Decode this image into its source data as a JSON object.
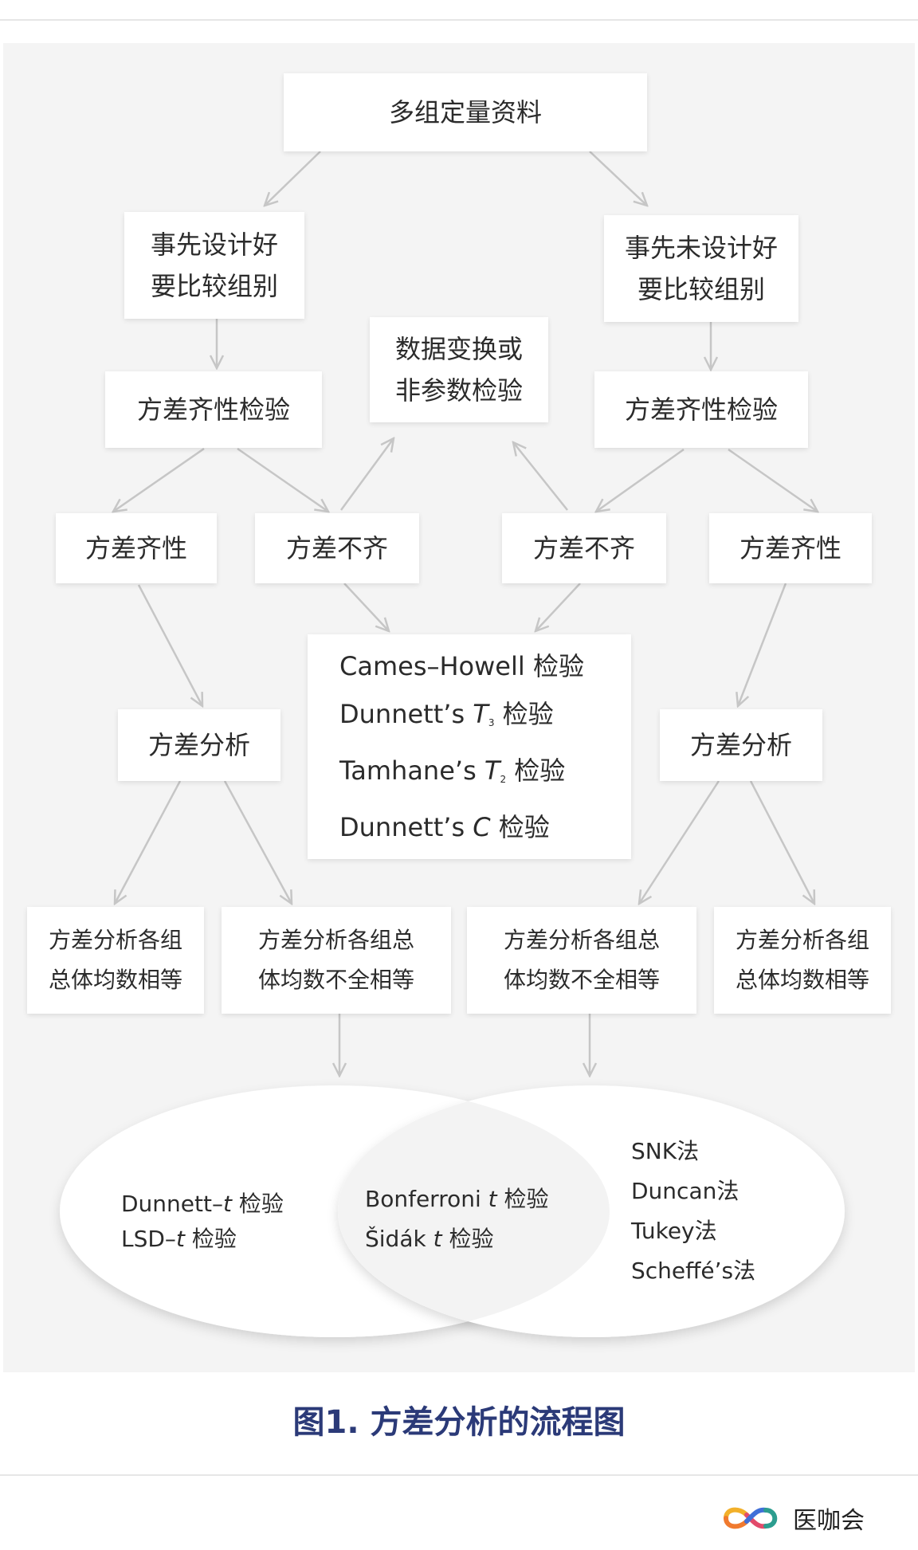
{
  "figure": {
    "caption": "图1. 方差分析的流程图",
    "nodes": {
      "root": "多组定量资料",
      "pre_designed": [
        "事先设计好",
        "要比较组别"
      ],
      "not_pre_designed": [
        "事先未设计好",
        "要比较组别"
      ],
      "homogeneity_test_left": "方差齐性检验",
      "homogeneity_test_right": "方差齐性检验",
      "transform": [
        "数据变换或",
        "非参数检验"
      ],
      "homo_left": "方差齐性",
      "hetero_left": "方差不齐",
      "hetero_right": "方差不齐",
      "homo_right": "方差齐性",
      "anova_left": "方差分析",
      "anova_right": "方差分析",
      "hetero_tests": {
        "games_howell": "Cames–Howell 检验",
        "dunnett_t3_prefix": "Dunnett’s ",
        "dunnett_t3_var": "T",
        "dunnett_t3_sub": "3",
        "dunnett_t3_suffix": " 检验",
        "tamhane_prefix": "Tamhane’s ",
        "tamhane_var": "T",
        "tamhane_sub": "2",
        "tamhane_suffix": " 检验",
        "dunnett_c_prefix": "Dunnett’s ",
        "dunnett_c_var": "C",
        "dunnett_c_suffix": " 检验"
      },
      "result_equal_left": [
        "方差分析各组",
        "总体均数相等"
      ],
      "result_unequal_left": [
        "方差分析各组总",
        "体均数不全相等"
      ],
      "result_unequal_right": [
        "方差分析各组总",
        "体均数不全相等"
      ],
      "result_equal_right": [
        "方差分析各组",
        "总体均数相等"
      ]
    },
    "venn": {
      "left": {
        "dunnett_prefix": "Dunnett–",
        "dunnett_var": "t",
        "dunnett_suffix": " 检验",
        "lsd_prefix": "LSD–",
        "lsd_var": "t",
        "lsd_suffix": " 检验"
      },
      "middle": {
        "bonferroni_prefix": "Bonferroni ",
        "bonferroni_var": "t",
        "bonferroni_suffix": " 检验",
        "sidak_prefix": "Šidák ",
        "sidak_var": "t",
        "sidak_suffix": " 检验"
      },
      "right": [
        "SNK法",
        "Duncan法",
        "Tukey法",
        "Scheffé’s法"
      ]
    }
  },
  "brand": {
    "name": "医咖会",
    "logo_icon": "infinity-logo-icon"
  },
  "colors": {
    "panel": "#f4f4f4",
    "box": "#ffffff",
    "arrow": "#c6c6c6",
    "caption": "#2b3a78"
  }
}
